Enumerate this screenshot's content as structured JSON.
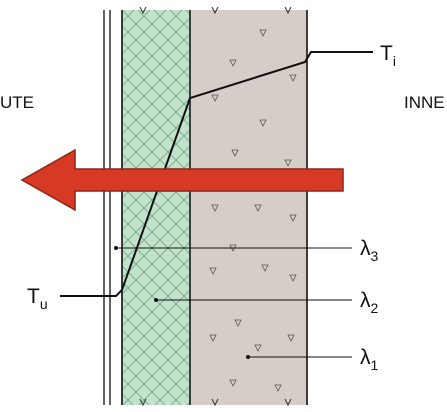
{
  "labels": {
    "outside": "UTE",
    "inside": "INNE",
    "temp_inside_base": "T",
    "temp_inside_sub": "i",
    "temp_outside_base": "T",
    "temp_outside_sub": "u",
    "lambda_symbol": "λ",
    "lambda_1_sub": "1",
    "lambda_2_sub": "2",
    "lambda_3_sub": "3"
  },
  "colors": {
    "insulation_fill": "#c3e2cc",
    "insulation_hatch": "#7fae8f",
    "concrete_fill": "#d7cdc8",
    "arrow_fill": "#d63a25",
    "arrow_stroke": "#8e2314",
    "line": "#111111"
  },
  "icons": {
    "heat_flow": "left-arrow"
  }
}
